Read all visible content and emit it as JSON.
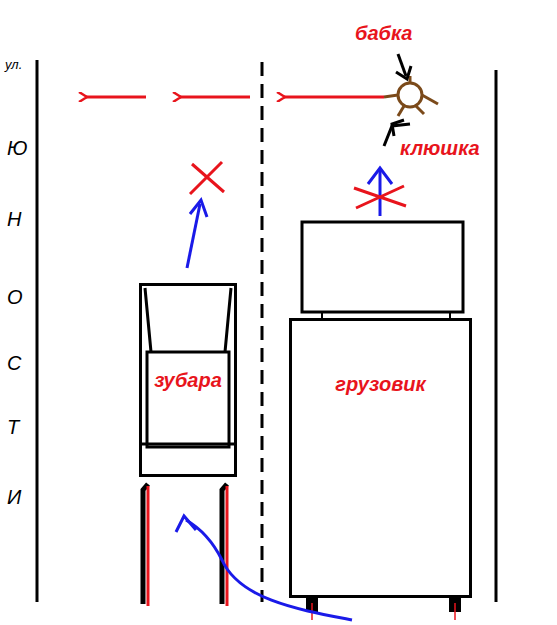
{
  "diagram": {
    "nodes": [
      {
        "text": [
          "зубара"
        ]
      },
      {
        "text": [
          "грузовик"
        ]
      }
    ],
    "labels": [
      "ул.",
      "Ю",
      "Н",
      "О",
      "С",
      "Т",
      "И",
      "бабка",
      "клюшка"
    ]
  }
}
